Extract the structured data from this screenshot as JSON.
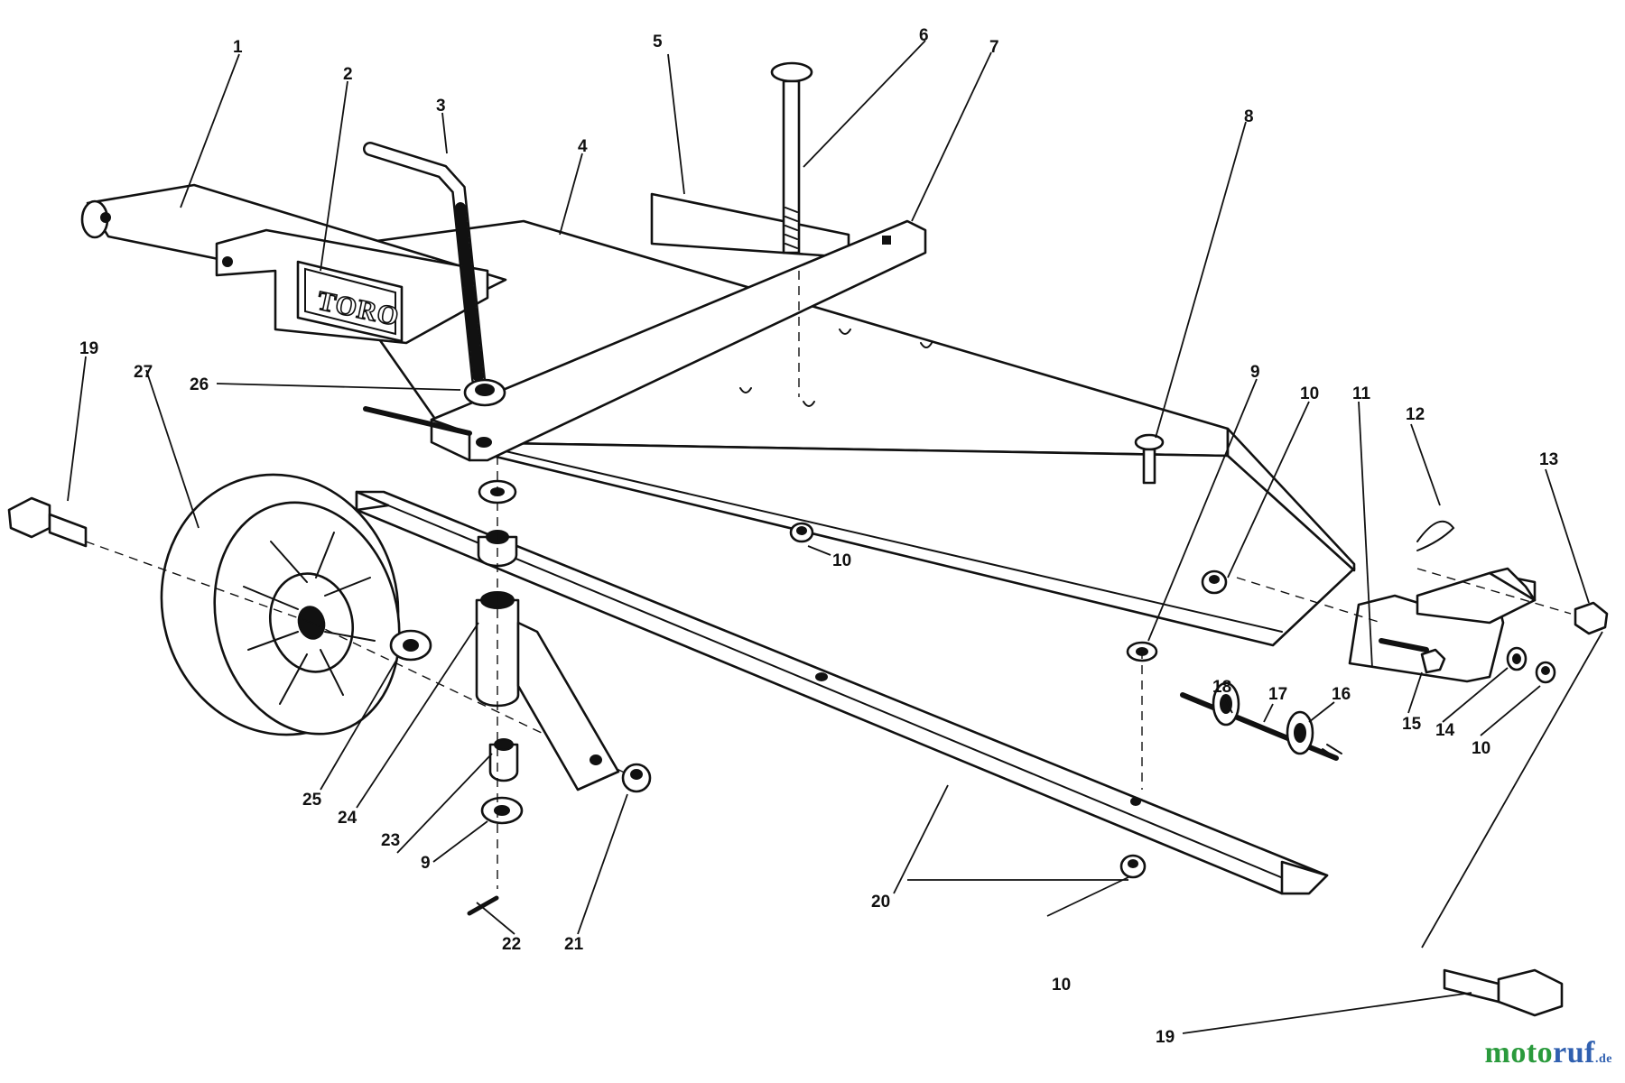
{
  "diagram": {
    "logo_text": "TORO",
    "callouts": {
      "p1": "1",
      "p2": "2",
      "p3": "3",
      "p4": "4",
      "p5": "5",
      "p6": "6",
      "p7": "7",
      "p8": "8",
      "p9a": "9",
      "p9b": "9",
      "p10a": "10",
      "p10b": "10",
      "p10c": "10",
      "p10d": "10",
      "p11": "11",
      "p12": "12",
      "p13": "13",
      "p14": "14",
      "p15": "15",
      "p16": "16",
      "p17": "17",
      "p18": "18",
      "p19a": "19",
      "p19b": "19",
      "p20": "20",
      "p21": "21",
      "p22": "22",
      "p23": "23",
      "p24": "24",
      "p25": "25",
      "p26": "26",
      "p27": "27"
    }
  },
  "watermark": {
    "part_a": "moto",
    "part_b": "ruf",
    "part_c": ".de"
  },
  "colors": {
    "line": "#111111",
    "watermark_green": "#2a9a3c",
    "watermark_blue": "#3060b0"
  }
}
